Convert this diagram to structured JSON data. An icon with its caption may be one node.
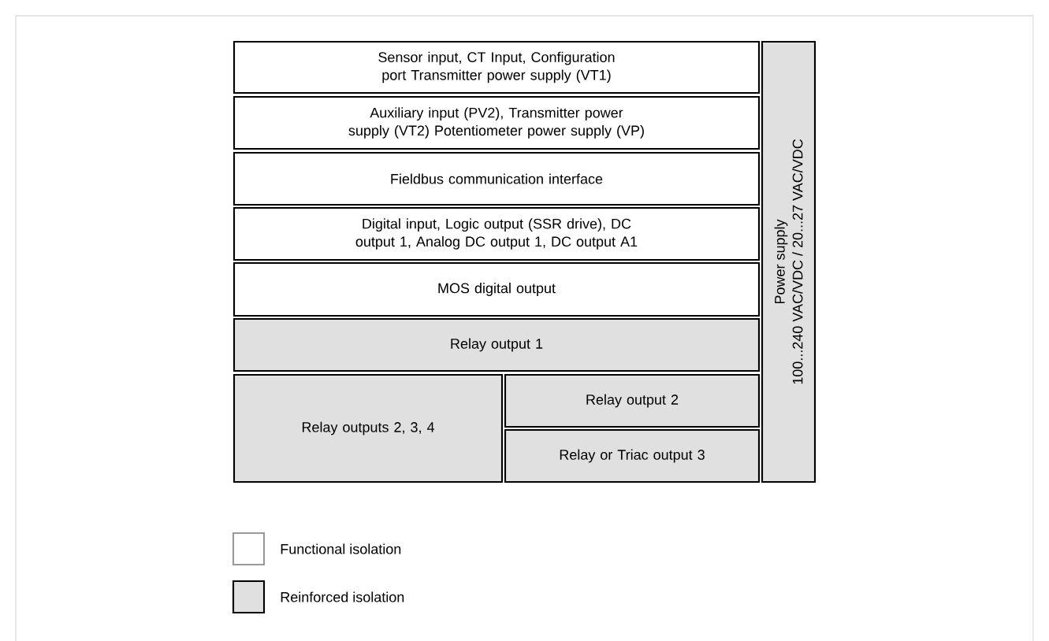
{
  "diagram": {
    "nodes": [
      {
        "text": [
          "Sensor input, CT Input, Configuration port Transmitter power supply (VT1)"
        ]
      },
      {
        "text": [
          "Auxiliary input (PV2), Transmitter power supply (VT2) Potentiometer power supply (VP)"
        ]
      },
      {
        "text": [
          "Fieldbus communication interface"
        ]
      },
      {
        "text": [
          "Digital input, Logic output (SSR drive), DC output 1, Analog DC output 1, DC output A1"
        ]
      },
      {
        "text": [
          "MOS digital output"
        ]
      },
      {
        "text": [
          "Relay output 1"
        ]
      },
      {
        "text": [
          "Relay outputs 2, 3, 4"
        ]
      },
      {
        "text": [
          "Relay output 2"
        ]
      },
      {
        "text": [
          "Relay or Triac output 3"
        ]
      },
      {
        "text": [
          "Power supply",
          "100...240 VAC/VDC / 20...27 VAC/VDC"
        ]
      }
    ],
    "legend": [
      {
        "text": "Functional isolation",
        "color": "#ffffff"
      },
      {
        "text": "Reinforced isolation",
        "color": "#e0e0e0"
      }
    ]
  }
}
